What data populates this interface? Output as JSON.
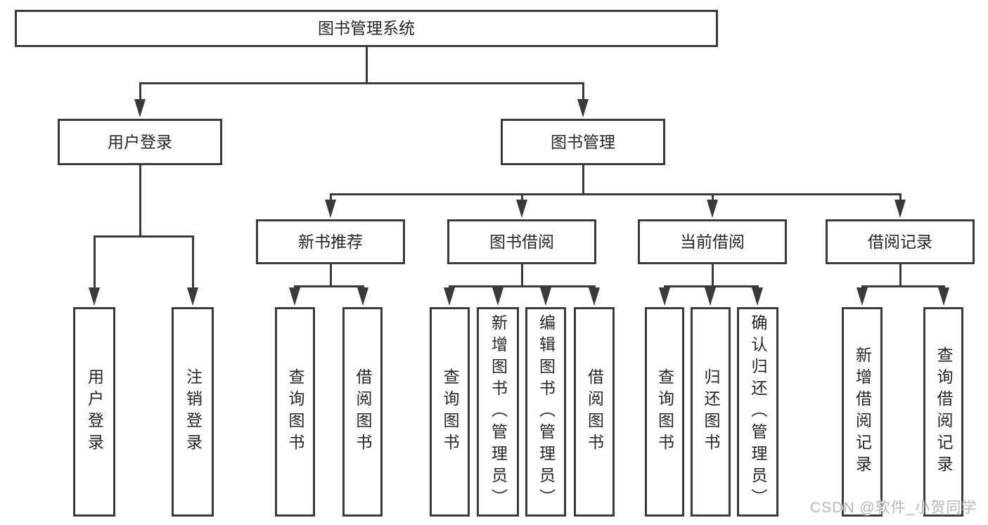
{
  "diagram_title": "图书管理系统",
  "colors": {
    "stroke": "#3a3a3a",
    "text": "#262626",
    "watermark": "#b7b7b7",
    "bg": "#ffffff"
  },
  "tree": {
    "root": {
      "label": "图书管理系统"
    },
    "children": [
      {
        "label": "用户登录",
        "children": [
          {
            "label": "用户登录"
          },
          {
            "label": "注销登录"
          }
        ]
      },
      {
        "label": "图书管理",
        "children": [
          {
            "label": "新书推荐",
            "children": [
              {
                "label": "查询图书"
              },
              {
                "label": "借阅图书"
              }
            ]
          },
          {
            "label": "图书借阅",
            "children": [
              {
                "label": "查询图书"
              },
              {
                "label": "新增图书（管理员）"
              },
              {
                "label": "编辑图书（管理员）"
              },
              {
                "label": "借阅图书"
              }
            ]
          },
          {
            "label": "当前借阅",
            "children": [
              {
                "label": "查询图书"
              },
              {
                "label": "归还图书"
              },
              {
                "label": "确认归还（管理员）"
              }
            ]
          },
          {
            "label": "借阅记录",
            "children": [
              {
                "label": "新增借阅记录"
              },
              {
                "label": "查询借阅记录"
              }
            ]
          }
        ]
      }
    ]
  },
  "watermark": {
    "text": "CSDN @软件_小贺同学"
  }
}
